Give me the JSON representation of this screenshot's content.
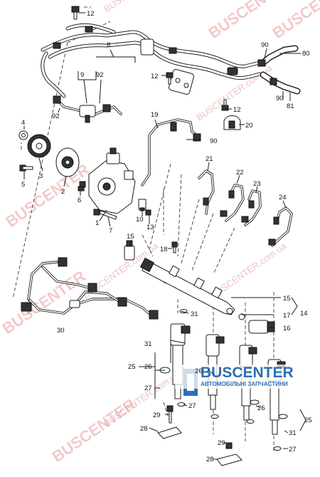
{
  "labels": {
    "l12a": "12",
    "l8": "8",
    "l9": "9",
    "l92a": "92",
    "l92b": "92",
    "l90a": "90",
    "l80": "80",
    "l90b": "90",
    "l81": "81",
    "l12b": "12",
    "l12c": "12",
    "l20": "20",
    "l19": "19",
    "l90c": "90",
    "l4": "4",
    "l3": "3",
    "l5": "5",
    "l2": "2",
    "l6": "6",
    "l1": "1",
    "l7": "7",
    "l10": "10",
    "l13": "13",
    "l21": "21",
    "l22": "22",
    "l23": "23",
    "l24": "24",
    "l15a": "15",
    "l18": "18",
    "l15b": "15",
    "l14": "14",
    "l17": "17",
    "l16": "16",
    "l31a": "31",
    "l30": "30",
    "l31b": "31",
    "l25a": "25",
    "l26a": "26",
    "l27a": "27",
    "l26b": "26",
    "l29": "29",
    "l27b": "27",
    "l28a": "28",
    "l26c": "26",
    "l25b": "25",
    "l31c": "31",
    "l27c": "27",
    "l28b": "28",
    "l29b": "29"
  },
  "watermark": {
    "text": "BUSCENTER",
    "site": "BUSCENTER.com.ua"
  },
  "logo": {
    "brand": "BUSCENTER",
    "tagline": "АВТОМОБІЛЬНІ ЗАПЧАСТИНИ",
    "color": "#2d6fb3"
  },
  "watermark_color": "#e8a0a0"
}
